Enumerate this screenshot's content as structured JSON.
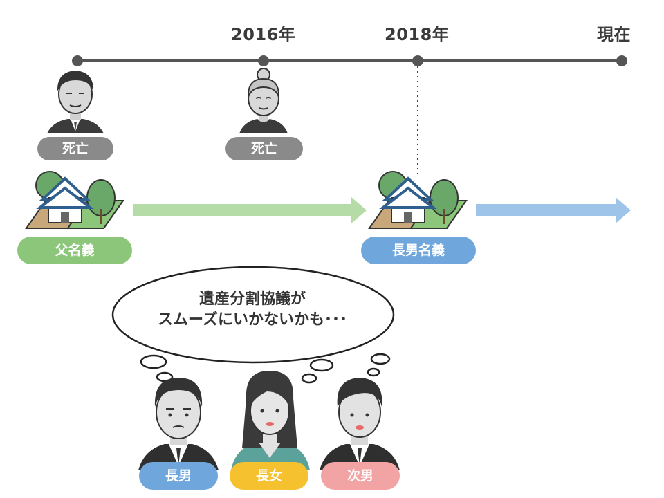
{
  "timeline": {
    "years": [
      "2016年",
      "2018年",
      "現在"
    ]
  },
  "events": {
    "father_status": "死亡",
    "mother_status": "死亡"
  },
  "ownership": {
    "before": "父名義",
    "after": "長男名義"
  },
  "thought_bubble": {
    "line1": "遺産分割協議が",
    "line2": "スムーズにいかないかも･･･"
  },
  "heirs": [
    "長男",
    "長女",
    "次男"
  ],
  "colors": {
    "gray_pill": "#8a8a8a",
    "green": "#8cc67a",
    "green_arrow": "#b5dca6",
    "blue": "#6fa6db",
    "blue_arrow": "#9ec4ea",
    "yellow": "#f5c12e",
    "pink": "#f2a4a4"
  }
}
